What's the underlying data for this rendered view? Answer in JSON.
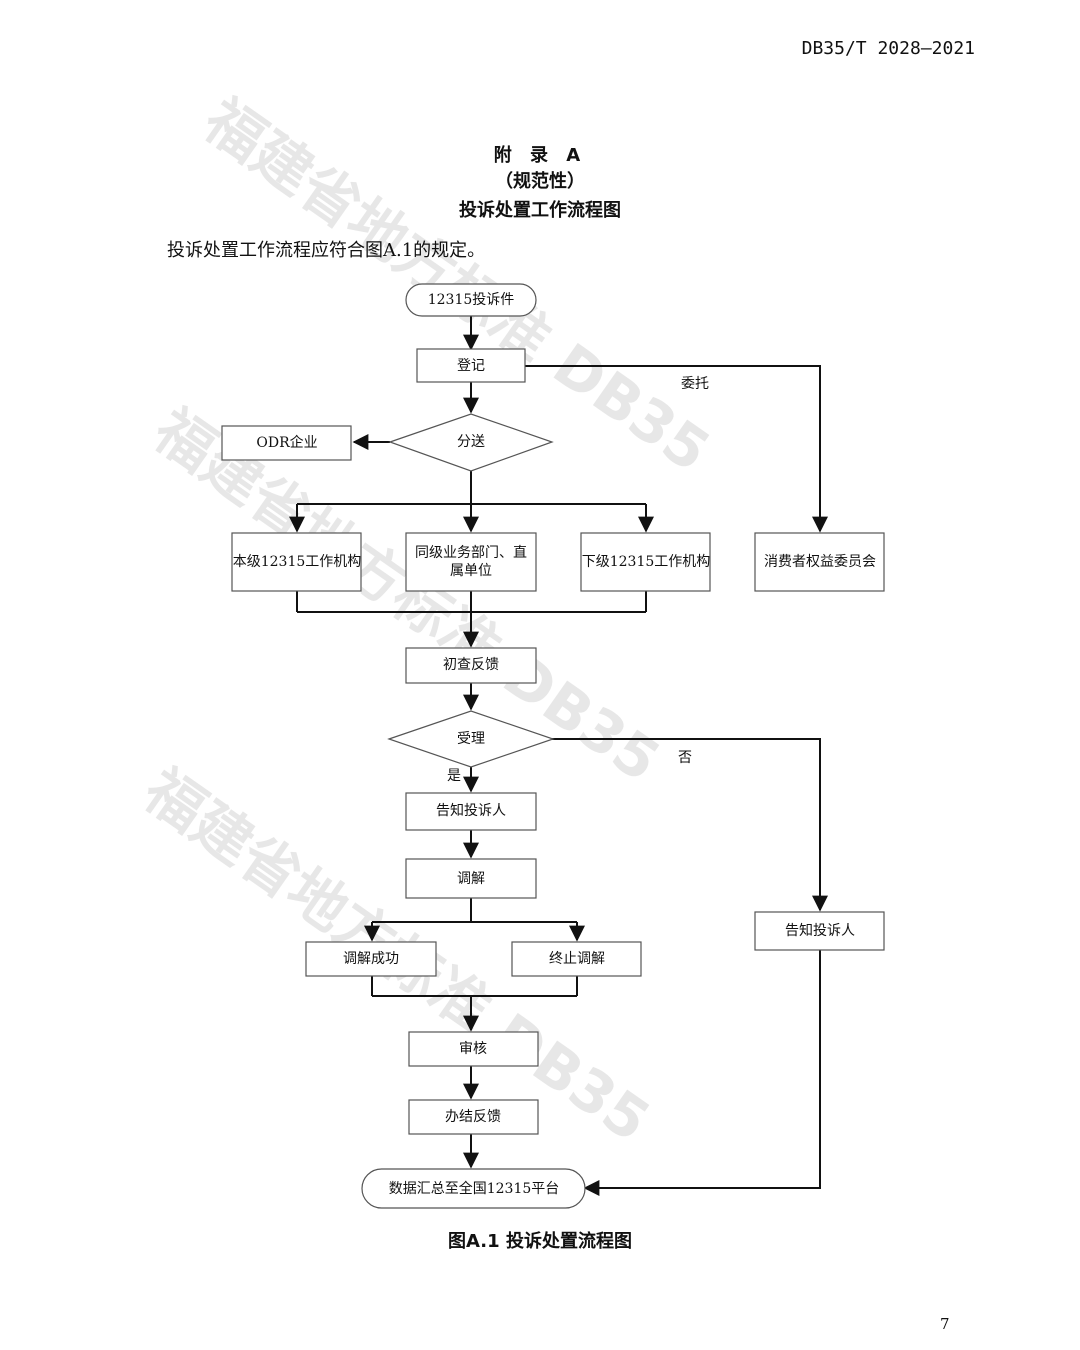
{
  "header": {
    "doc_code": "DB35/T 2028—2021"
  },
  "appendix": {
    "title": "附 录 A",
    "type": "（规范性）",
    "name": "投诉处置工作流程图"
  },
  "intro": "投诉处置工作流程应符合图A.1的规定。",
  "caption": "图A.1  投诉处置流程图",
  "page_number": "7",
  "watermark": {
    "text": "福建省地方标准 DB35"
  },
  "flowchart": {
    "nodes": {
      "start": "12315投诉件",
      "register": "登记",
      "dispatch": "分送",
      "odr": "ODR企业",
      "local_org": "本级12315工作机构",
      "dept_line1": "同级业务部门、直",
      "dept_line2": "属单位",
      "lower_org": "下级12315工作机构",
      "consumer_assoc": "消费者权益委员会",
      "initial_feedback": "初查反馈",
      "accept": "受理",
      "notify_left": "告知投诉人",
      "mediate": "调解",
      "mediate_success": "调解成功",
      "mediate_end": "终止调解",
      "review": "审核",
      "close_feedback": "办结反馈",
      "end": "数据汇总至全国12315平台",
      "notify_right": "告知投诉人"
    },
    "edge_labels": {
      "entrust": "委托",
      "yes": "是",
      "no": "否"
    }
  }
}
